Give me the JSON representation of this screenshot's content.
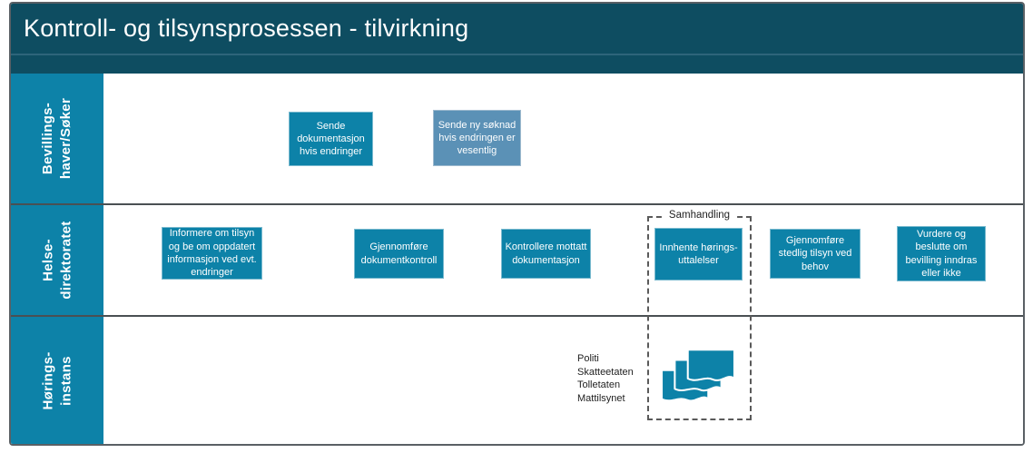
{
  "title": "Kontroll- og tilsynsprosessen - tilvirkning",
  "colors": {
    "header_bg": "#0e4d61",
    "lane_label_bg": "#0d82a8",
    "process_box_bg": "#0d82a8",
    "process_box_alt_bg": "#5b91b6",
    "box_text": "#ffffff",
    "annotation_text": "#1f1f1f"
  },
  "lanes": [
    {
      "label": "Bevillings-\nhaver/Søker"
    },
    {
      "label": "Helse-\ndirektoratet"
    },
    {
      "label": "Hørings-\ninstans"
    }
  ],
  "boxes": {
    "sende_dokumentasjon": "Sende\ndokumentasjon\nhvis endringer",
    "sende_ny_soknad": "Sende ny søknad\nhvis endringen er\nvesentlig",
    "informere_om_tilsyn": "Informere om tilsyn\nog be om oppdatert\ninformasjon ved evt.\nendringer",
    "gjennomfore_dokumentkontroll": "Gjennomføre\ndokumentkontroll",
    "kontrollere_mottatt": "Kontrollere mottatt\ndokumentasjon",
    "innhente_horingsuttalelser": "Innhente hørings-\nuttalelser",
    "gjennomfore_stedlig_tilsyn": "Gjennomføre\nstedlig tilsyn ved\nbehov",
    "vurdere_og_beslutte": "Vurdere og\nbeslutte om\nbevilling inndras\neller ikke"
  },
  "samhandling": {
    "label": "Samhandling"
  },
  "horingsinstans": {
    "agencies": "Politi\nSkatteetaten\nTolletaten\nMattilsynet"
  },
  "icons": {
    "horingsinstans_icon": "layered-documents-icon"
  }
}
